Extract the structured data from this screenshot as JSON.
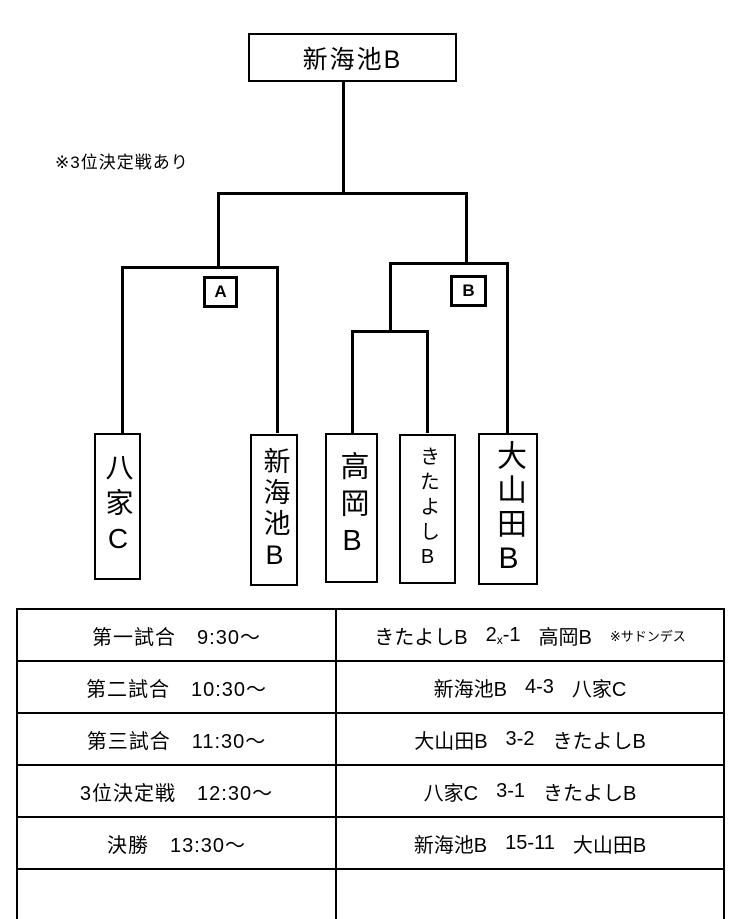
{
  "bracket": {
    "champion": "新海池B",
    "note": "※3位決定戦あり",
    "group_a_label": "A",
    "group_b_label": "B",
    "teams": [
      {
        "name": "八家C"
      },
      {
        "name": "新海池B"
      },
      {
        "name": "高岡B"
      },
      {
        "name": "きたよしB"
      },
      {
        "name": "大山田B"
      }
    ]
  },
  "schedule_table": {
    "rows": [
      {
        "match": "第一試合　9:30～",
        "team1": "きたよしB",
        "score_main": "2",
        "score_sub": "x",
        "score_rest": "-1",
        "team2": "高岡B",
        "note": "※サドンデス"
      },
      {
        "match": "第二試合　10:30～",
        "team1": "新海池B",
        "score": "4-3",
        "team2": "八家C"
      },
      {
        "match": "第三試合　11:30～",
        "team1": "大山田B",
        "score": "3-2",
        "team2": "きたよしB"
      },
      {
        "match": "3位決定戦　12:30～",
        "team1": "八家C",
        "score": "3-1",
        "team2": "きたよしB"
      },
      {
        "match": "決勝　13:30～",
        "team1": "新海池B",
        "score": "15-11",
        "team2": "大山田B"
      },
      {
        "match": ""
      }
    ]
  }
}
